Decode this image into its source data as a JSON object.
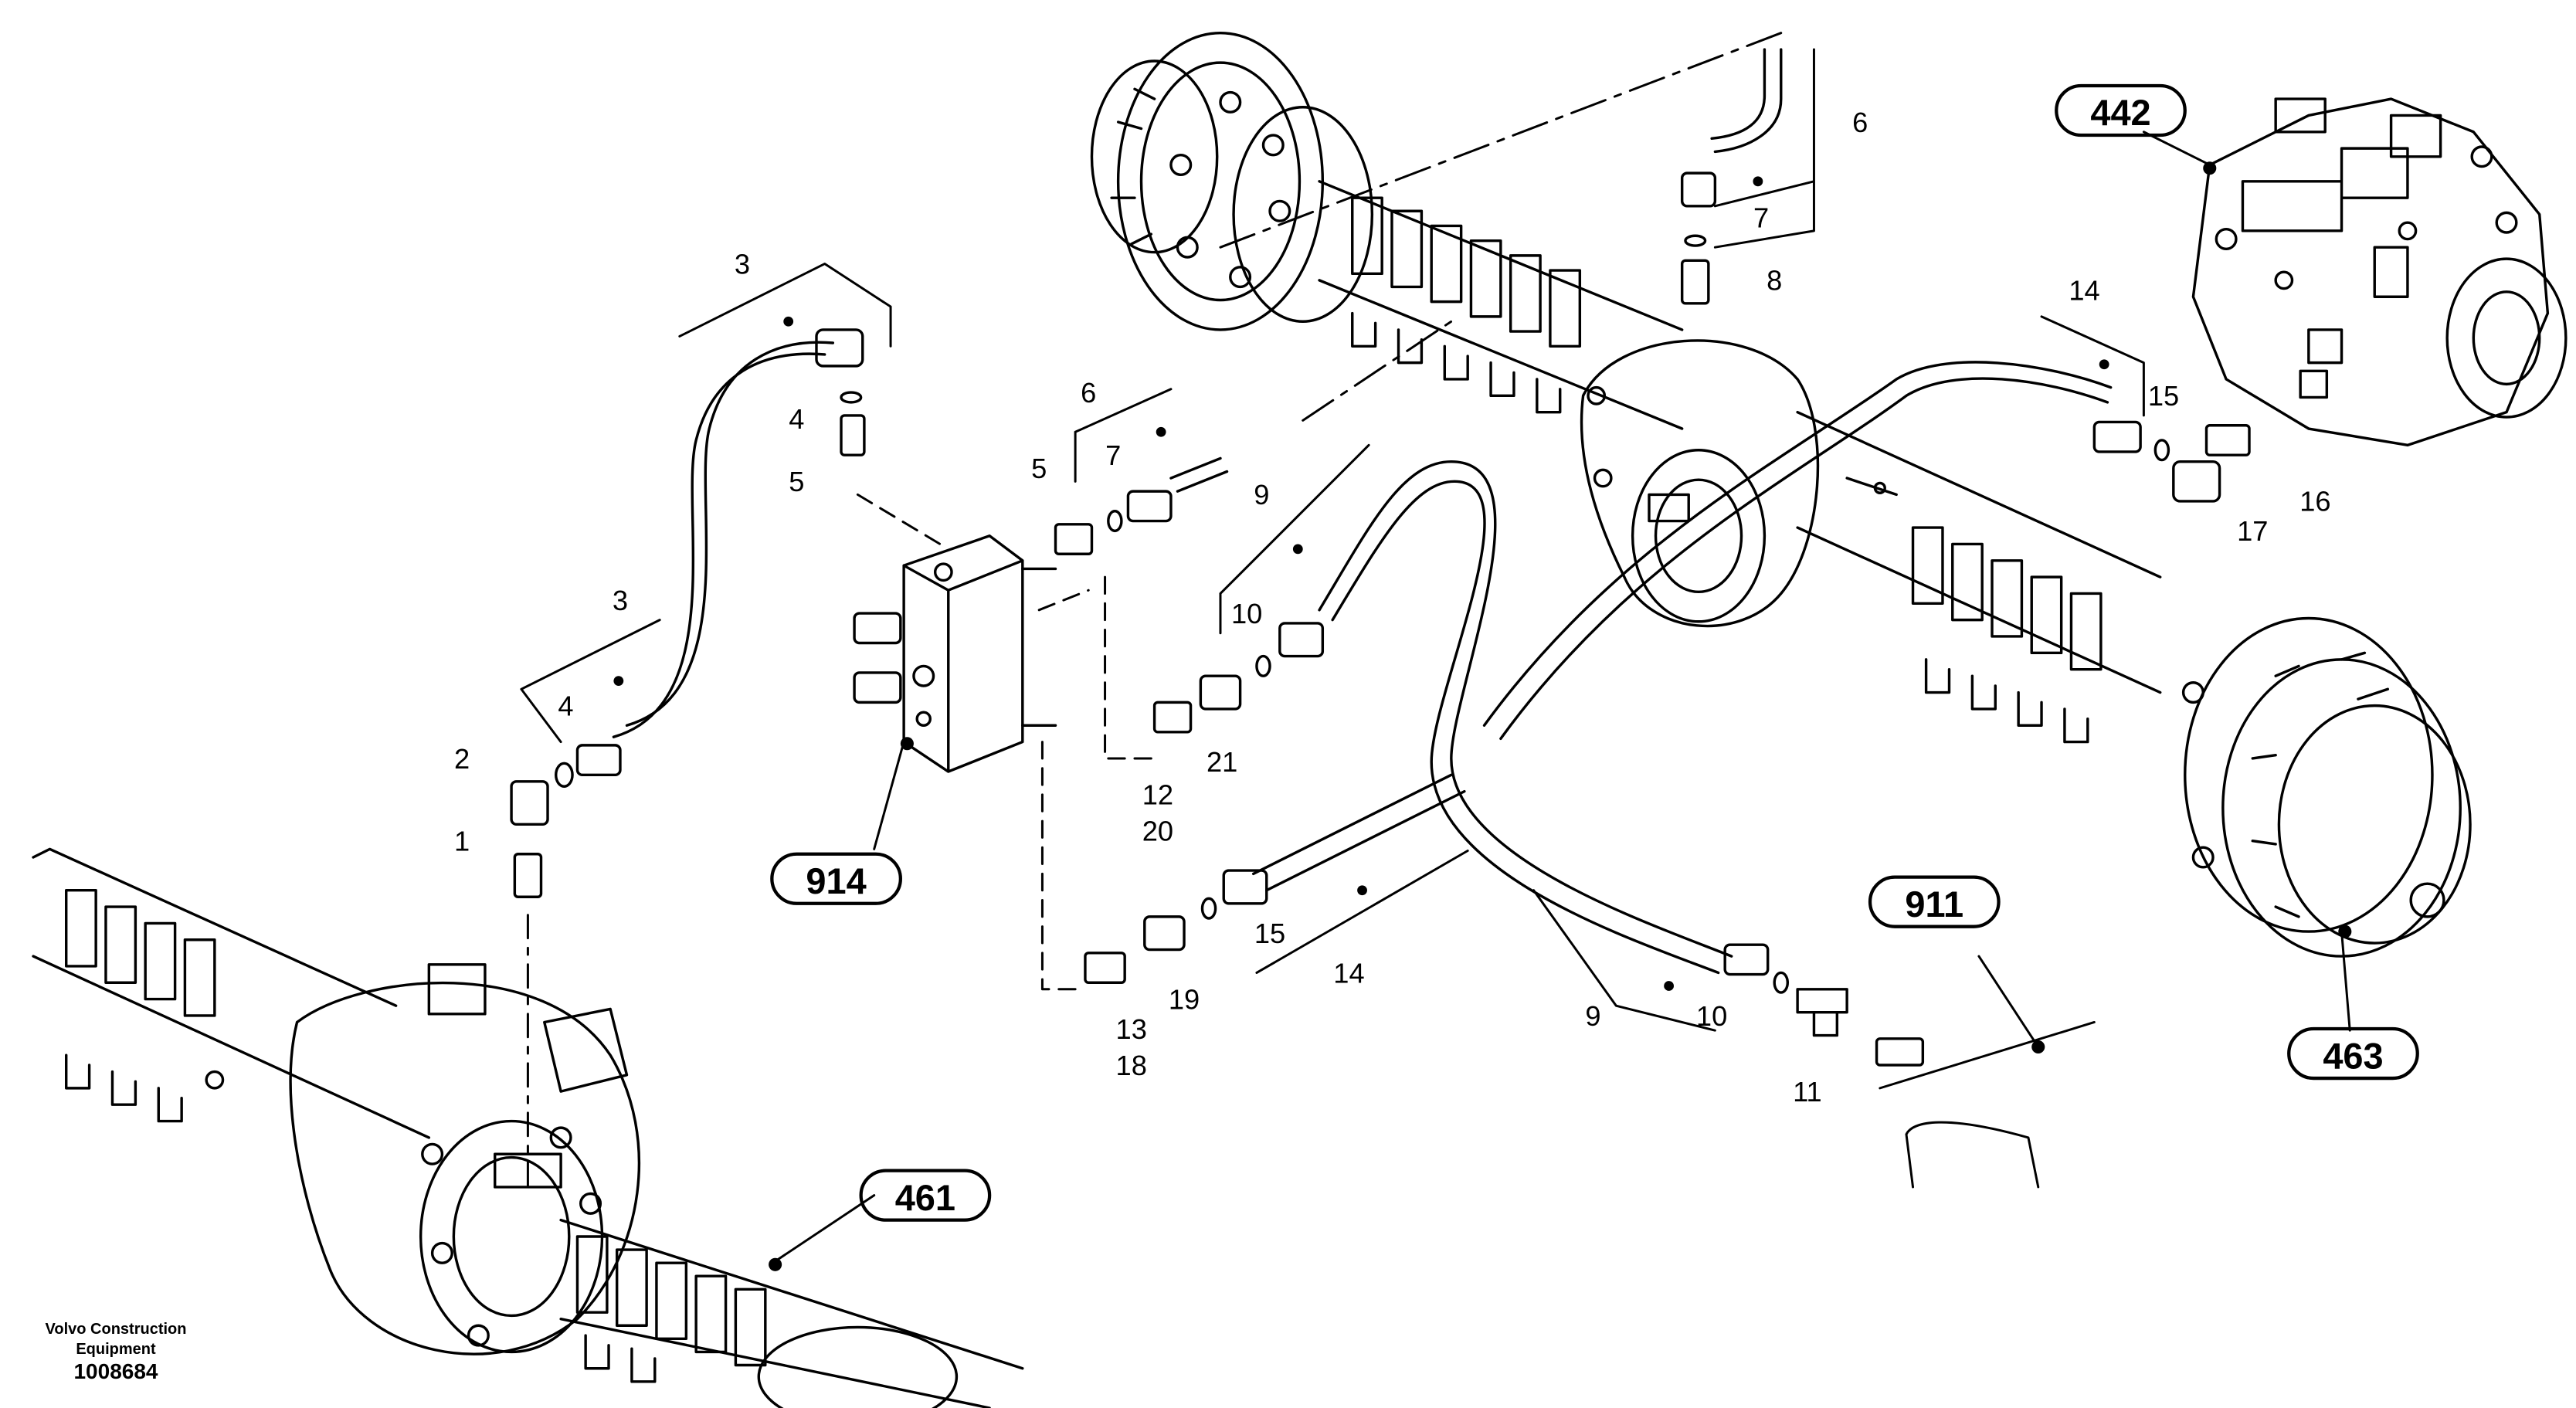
{
  "refs": {
    "r442": "442",
    "r914": "914",
    "r911": "911",
    "r463": "463",
    "r461": "461"
  },
  "labels": {
    "p1": "1",
    "p2": "2",
    "p3a": "3",
    "p3b": "3",
    "p4a": "4",
    "p4b": "4",
    "p5a": "5",
    "p5b": "5",
    "p6a": "6",
    "p6b": "6",
    "p7a": "7",
    "p7b": "7",
    "p8": "8",
    "p9a": "9",
    "p9b": "9",
    "p10a": "10",
    "p10b": "10",
    "p11": "11",
    "p12": "12",
    "p13": "13",
    "p14a": "14",
    "p14b": "14",
    "p15a": "15",
    "p15b": "15",
    "p16": "16",
    "p17": "17",
    "p18": "18",
    "p19": "19",
    "p20": "20",
    "p21": "21"
  },
  "footer": {
    "line1": "Volvo Construction",
    "line2": "Equipment",
    "code": "1008684"
  }
}
